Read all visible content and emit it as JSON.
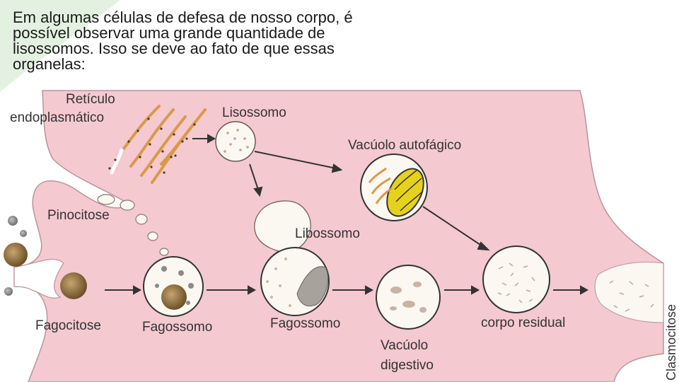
{
  "question": {
    "text": "Em algumas células de defesa de nosso corpo, é possível observar uma grande quantidade de lisossomos. Isso se deve ao fato de que essas organelas:"
  },
  "diagram": {
    "labels": {
      "reticulo_line1": "Retículo",
      "reticulo_line2": "endoplasmático",
      "lisossomo": "Lisossomo",
      "vacuolo_autofagico": "Vacúolo autofágico",
      "pinocitose": "Pinocitose",
      "libossomo": "Libossomo",
      "fagocitose": "Fagocitose",
      "fagossomo_1": "Fagossomo",
      "fagossomo_2": "Fagossomo",
      "vacuolo_digestivo_line1": "Vacúolo",
      "vacuolo_digestivo_line2": "digestivo",
      "corpo_residual": "corpo residual",
      "clasmocitose": "Clasmocitose"
    },
    "colors": {
      "cytoplasm": "#f4c9d0",
      "vesicle": "#fbf7f1",
      "er": "#d99a48",
      "particle": "#8b6b3e",
      "mitochondria": "#e6d21a"
    }
  }
}
